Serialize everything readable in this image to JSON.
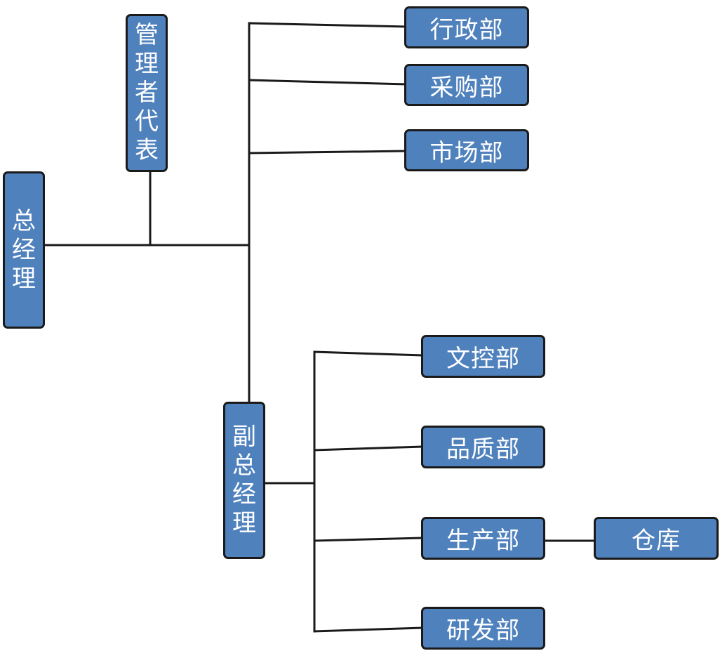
{
  "diagram": {
    "colors": {
      "box_fill": "#4f81bd",
      "box_border": "#1a1a1a",
      "connector": "#1a1a1a",
      "text": "#ffffff"
    },
    "nodes": {
      "general_manager": "总经理",
      "management_rep": "管理者代表",
      "admin_dept": "行政部",
      "purchasing_dept": "采购部",
      "marketing_dept": "市场部",
      "deputy_gm": "副总经理",
      "document_control_dept": "文控部",
      "quality_dept": "品质部",
      "production_dept": "生产部",
      "warehouse": "仓库",
      "rnd_dept": "研发部"
    },
    "edges": [
      [
        "general_manager",
        "management_rep"
      ],
      [
        "general_manager",
        "admin_dept"
      ],
      [
        "general_manager",
        "purchasing_dept"
      ],
      [
        "general_manager",
        "marketing_dept"
      ],
      [
        "general_manager",
        "deputy_gm"
      ],
      [
        "deputy_gm",
        "document_control_dept"
      ],
      [
        "deputy_gm",
        "quality_dept"
      ],
      [
        "deputy_gm",
        "production_dept"
      ],
      [
        "deputy_gm",
        "rnd_dept"
      ],
      [
        "production_dept",
        "warehouse"
      ]
    ]
  }
}
